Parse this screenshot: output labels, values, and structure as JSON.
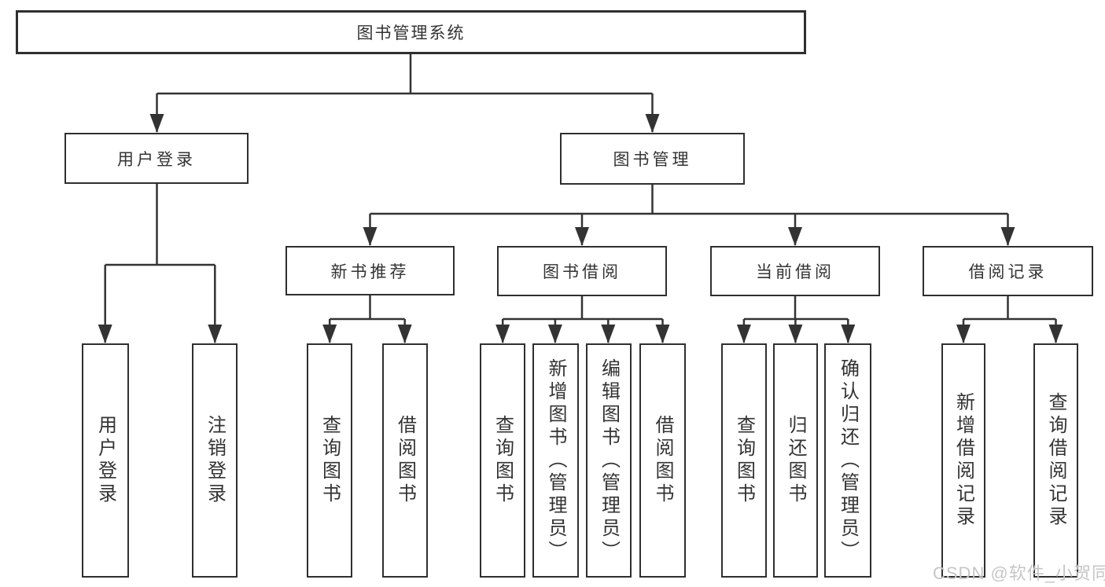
{
  "diagram": {
    "root": {
      "label": "图书管理系统"
    },
    "level2": [
      {
        "label": "用户登录"
      },
      {
        "label": "图书管理"
      }
    ],
    "level3": [
      {
        "label": "新书推荐"
      },
      {
        "label": "图书借阅"
      },
      {
        "label": "当前借阅"
      },
      {
        "label": "借阅记录"
      }
    ],
    "leaves": [
      {
        "label": "用户登录"
      },
      {
        "label": "注销登录"
      },
      {
        "label": "查询图书"
      },
      {
        "label": "借阅图书"
      },
      {
        "label": "查询图书"
      },
      {
        "label": "新增图书（管理员）"
      },
      {
        "label": "编辑图书（管理员）"
      },
      {
        "label": "借阅图书"
      },
      {
        "label": "查询图书"
      },
      {
        "label": "归还图书"
      },
      {
        "label": "确认归还（管理员）"
      },
      {
        "label": "新增借阅记录"
      },
      {
        "label": "查询借阅记录"
      }
    ],
    "watermark": "CSDN @软件_小贺同学",
    "colors": {
      "line": "#333333",
      "text": "#333333",
      "watermark": "#c6c6c6",
      "background": "#ffffff"
    }
  }
}
